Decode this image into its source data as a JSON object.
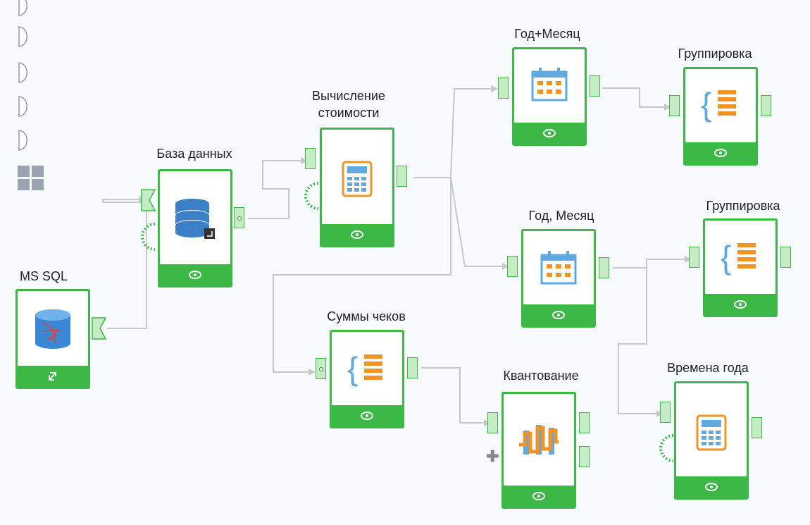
{
  "nodes": {
    "ms_sql": "MS SQL",
    "database": "База данных",
    "calc_cost_line1": "Вычисление",
    "calc_cost_line2": "стоимости",
    "year_plus_month": "Год+Месяц",
    "group_1": "Группировка",
    "year_month": "Год, Месяц",
    "group_2": "Группировка",
    "check_sums": "Суммы чеков",
    "quantization": "Квантование",
    "seasons": "Времена года"
  },
  "icons": {
    "toolbar": [
      "moon-icon",
      "moon-icon",
      "moon-icon",
      "moon-icon",
      "moon-icon",
      "grid-icon"
    ],
    "preview": "eye-icon",
    "import": "import-icon",
    "add": "plus-icon"
  },
  "colors": {
    "accent": "#3cb846",
    "port_fill": "#c6ecc6",
    "wire": "#c8c8c8",
    "orange": "#f39322",
    "blue": "#5fa8e0"
  }
}
